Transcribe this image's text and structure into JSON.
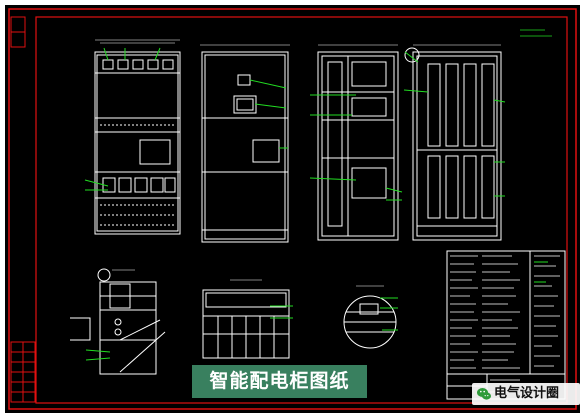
{
  "caption": "智能配电柜图纸",
  "watermark": {
    "text": "电气设计圈",
    "icon": "wechat-icon"
  },
  "colors": {
    "background": "#000000",
    "drawing_line": "#ffffff",
    "frame_line": "#e01010",
    "leader_line": "#22dd22",
    "caption_bg": "#3d8a66"
  },
  "views": [
    "front-view-1",
    "front-view-2",
    "side-view",
    "rear-view",
    "detail-a",
    "detail-b",
    "detail-c",
    "title-block"
  ]
}
